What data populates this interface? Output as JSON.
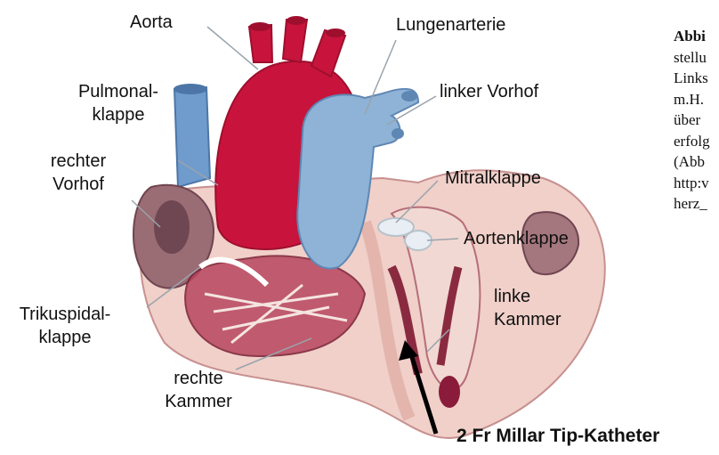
{
  "labels": {
    "aorta": "Aorta",
    "lungenarterie": "Lungenarterie",
    "pulmonalklappe_1": "Pulmonal-",
    "pulmonalklappe_2": "klappe",
    "linker_vorhof": "linker Vorhof",
    "rechter_vorhof_1": "rechter",
    "rechter_vorhof_2": "Vorhof",
    "mitralklappe": "Mitralklappe",
    "aortenklappe": "Aortenklappe",
    "trikuspidalklappe_1": "Trikuspidal-",
    "trikuspidalklappe_2": "klappe",
    "linke_kammer_1": "linke",
    "linke_kammer_2": "Kammer",
    "rechte_kammer_1": "rechte",
    "rechte_kammer_2": "Kammer",
    "katheter": "2 Fr Millar Tip-Katheter"
  },
  "caption_lines": [
    "Abbi",
    "stellu",
    "Links",
    "m.H.",
    "über",
    "erfolg",
    "(Abb",
    "http:v",
    "herz_"
  ],
  "colors": {
    "aorta_red": "#c8143c",
    "aorta_dark": "#9e0f2e",
    "vein_blue": "#8fb3d6",
    "vein_dark": "#5f87b4",
    "heart_tissue": "#f3d5cf",
    "muscle": "#a5334d",
    "chamber_dark": "#7a1f35",
    "atrium": "#9d7279"
  }
}
